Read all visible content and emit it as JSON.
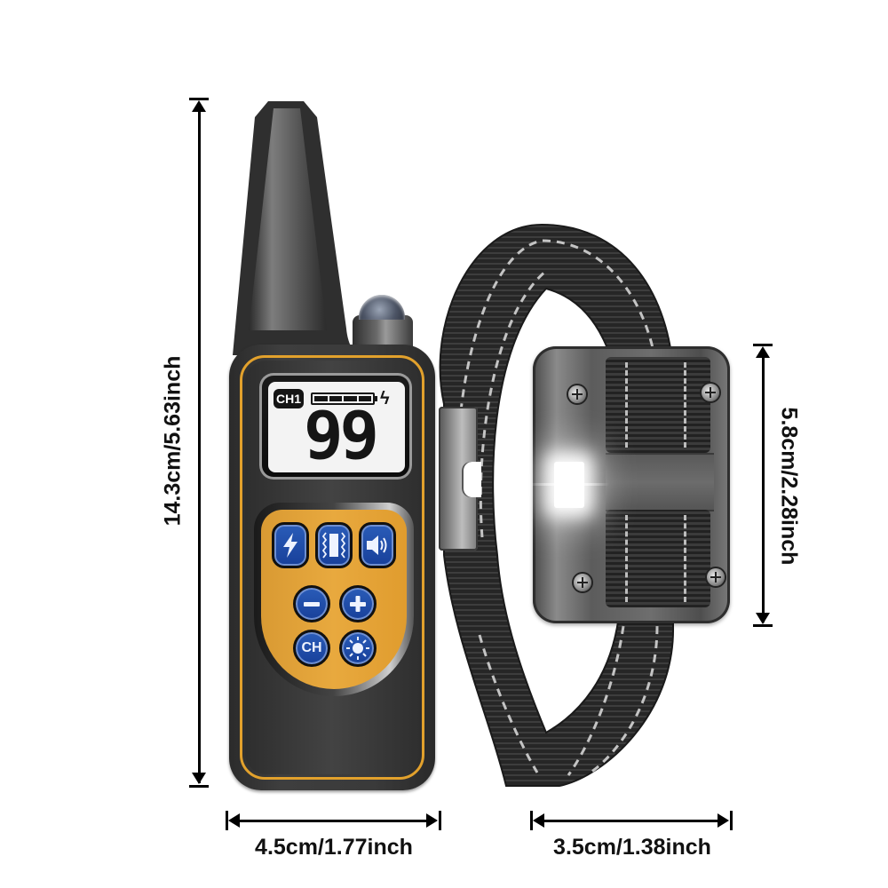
{
  "product": {
    "remote": {
      "lcd": {
        "channel_badge": "CH1",
        "battery_cells": 4,
        "charging_icon": "lightning-bolt",
        "display_value": "99"
      },
      "buttons": [
        {
          "id": "shock",
          "icon": "lightning-icon"
        },
        {
          "id": "vibrate",
          "icon": "vibration-icon"
        },
        {
          "id": "beep",
          "icon": "speaker-icon"
        },
        {
          "id": "minus",
          "icon": "minus-icon"
        },
        {
          "id": "plus",
          "icon": "plus-icon"
        },
        {
          "id": "channel",
          "label": "CH"
        },
        {
          "id": "light",
          "icon": "sun-icon"
        }
      ],
      "accent_color": "#e2a12c",
      "button_color": "#1f4ea8"
    },
    "collar": {
      "strap_color": "#2a2a2a",
      "stitch_color": "#bdbdbd"
    }
  },
  "dimensions": {
    "remote_height": "14.3cm/5.63inch",
    "remote_width": "4.5cm/1.77inch",
    "receiver_height": "5.8cm/2.28inch",
    "receiver_width": "3.5cm/1.38inch"
  }
}
